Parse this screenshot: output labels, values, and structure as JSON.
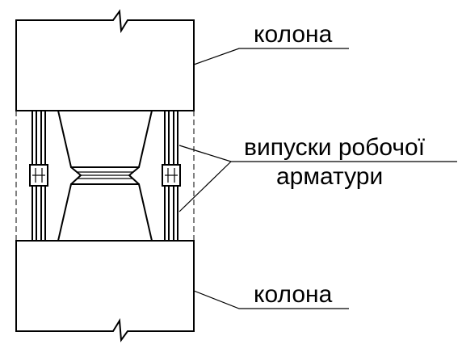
{
  "labels": {
    "top_column": "колона",
    "rebar_line1": "випуски робочої",
    "rebar_line2": "арматури",
    "bottom_column": "колона"
  },
  "colors": {
    "stroke": "#000000",
    "background": "#ffffff"
  }
}
